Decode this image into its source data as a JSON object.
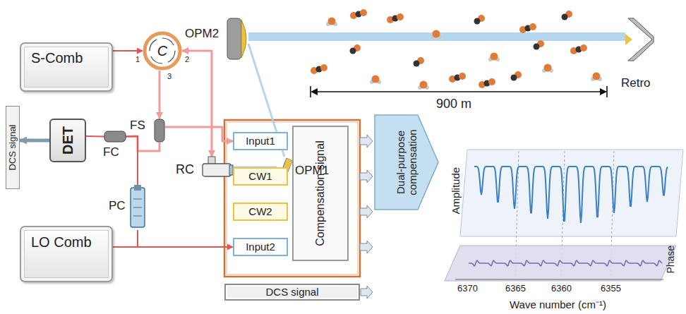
{
  "diagram": {
    "nodes": [
      {
        "text": [
          "S-Comb"
        ]
      },
      {
        "text": [
          "C"
        ]
      },
      {
        "text": [
          "RC"
        ]
      },
      {
        "text": [
          "OPM1"
        ]
      },
      {
        "text": [
          "OPM2"
        ]
      },
      {
        "text": [
          "Retro"
        ]
      },
      {
        "text": [
          "FS"
        ]
      },
      {
        "text": [
          "DCS signal"
        ]
      },
      {
        "text": [
          "DET"
        ]
      },
      {
        "text": [
          "FC"
        ]
      },
      {
        "text": [
          "PC"
        ]
      },
      {
        "text": [
          "LO Comb"
        ]
      },
      {
        "text": [
          "Input1"
        ]
      },
      {
        "text": [
          "CW1"
        ]
      },
      {
        "text": [
          "CW2"
        ]
      },
      {
        "text": [
          "Input2"
        ]
      },
      {
        "text": [
          "Compensation signal"
        ]
      },
      {
        "text": [
          "Dual-purpose compensation"
        ]
      },
      {
        "text": [
          "DCS signal"
        ]
      }
    ],
    "edges": [
      {
        "from": 0,
        "to": 1,
        "arrow": "to"
      },
      {
        "from": 1,
        "to": 2,
        "arrow": "both"
      },
      {
        "from": 1,
        "to": 6,
        "arrow": "to"
      },
      {
        "from": 6,
        "to": 9,
        "arrow": "none"
      },
      {
        "from": 9,
        "to": 8,
        "arrow": "none"
      },
      {
        "from": 8,
        "to": 7,
        "arrow": "to"
      },
      {
        "from": 6,
        "to": 12,
        "arrow": "to"
      },
      {
        "from": 11,
        "to": 10,
        "arrow": "none"
      },
      {
        "from": 10,
        "to": 9,
        "arrow": "none"
      },
      {
        "from": 11,
        "to": 15,
        "arrow": "to"
      },
      {
        "from": 2,
        "to": 3,
        "arrow": "none"
      },
      {
        "from": 3,
        "to": 4,
        "arrow": "none"
      },
      {
        "from": 4,
        "to": 5,
        "arrow": "none"
      }
    ],
    "labels": [
      "1",
      "2",
      "3",
      "900 m",
      "Amplitude",
      "6370",
      "6365",
      "6360",
      "6355",
      "Wave number (cm⁻¹)",
      "Phase"
    ]
  }
}
